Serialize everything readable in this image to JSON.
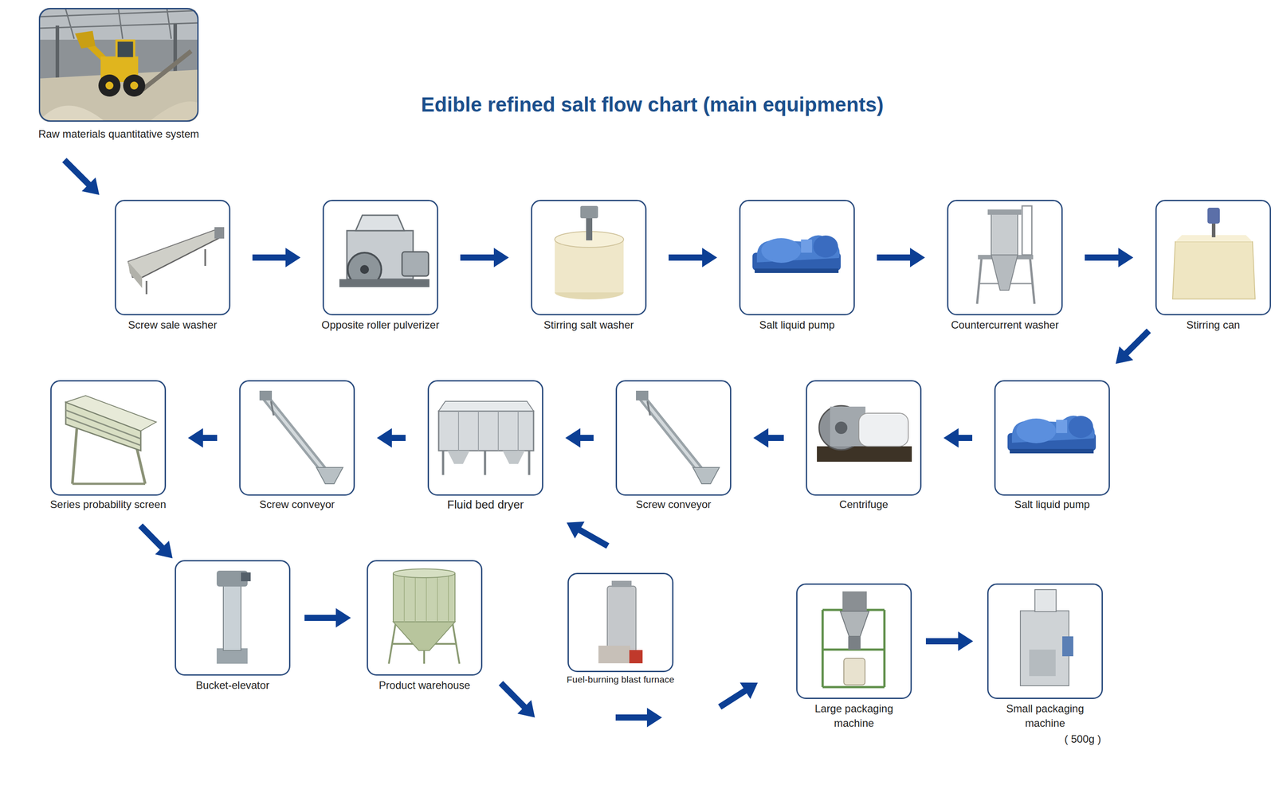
{
  "diagram": {
    "title": "Edible refined salt flow chart (main equipments)",
    "nodes": [
      {
        "text": [
          "Raw materials quantitative system"
        ]
      },
      {
        "text": [
          "Screw sale washer"
        ]
      },
      {
        "text": [
          "Opposite roller pulverizer"
        ]
      },
      {
        "text": [
          "Stirring salt washer"
        ]
      },
      {
        "text": [
          "Salt liquid pump"
        ]
      },
      {
        "text": [
          "Countercurrent washer"
        ]
      },
      {
        "text": [
          "Stirring can"
        ]
      },
      {
        "text": [
          "Series probability screen"
        ]
      },
      {
        "text": [
          "Screw conveyor"
        ]
      },
      {
        "text": [
          "Fluid bed dryer"
        ]
      },
      {
        "text": [
          "Screw conveyor"
        ]
      },
      {
        "text": [
          "Centrifuge"
        ]
      },
      {
        "text": [
          "Salt liquid pump"
        ]
      },
      {
        "text": [
          "Bucket-elevator"
        ]
      },
      {
        "text": [
          "Product warehouse"
        ]
      },
      {
        "text": [
          "Fuel-burning blast furnace"
        ]
      },
      {
        "text": [
          "Large packaging machine"
        ]
      },
      {
        "text": [
          "Small packaging machine"
        ]
      }
    ],
    "edges": [
      {
        "from": 0,
        "to": 1,
        "arrow": "to"
      },
      {
        "from": 1,
        "to": 2,
        "arrow": "to"
      },
      {
        "from": 2,
        "to": 3,
        "arrow": "to"
      },
      {
        "from": 3,
        "to": 4,
        "arrow": "to"
      },
      {
        "from": 4,
        "to": 5,
        "arrow": "to"
      },
      {
        "from": 5,
        "to": 6,
        "arrow": "to"
      },
      {
        "from": 6,
        "to": 12,
        "arrow": "to"
      },
      {
        "from": 12,
        "to": 11,
        "arrow": "to"
      },
      {
        "from": 11,
        "to": 10,
        "arrow": "to"
      },
      {
        "from": 10,
        "to": 9,
        "arrow": "to"
      },
      {
        "from": 9,
        "to": 8,
        "arrow": "to"
      },
      {
        "from": 8,
        "to": 7,
        "arrow": "to"
      },
      {
        "from": 7,
        "to": 13,
        "arrow": "to"
      },
      {
        "from": 13,
        "to": 14,
        "arrow": "to"
      },
      {
        "from": 14,
        "to": 16,
        "arrow": "to"
      },
      {
        "from": 16,
        "to": 17,
        "arrow": "to"
      },
      {
        "from": 15,
        "to": 9,
        "arrow": "to"
      }
    ],
    "labels": [
      "( 500g )"
    ]
  }
}
